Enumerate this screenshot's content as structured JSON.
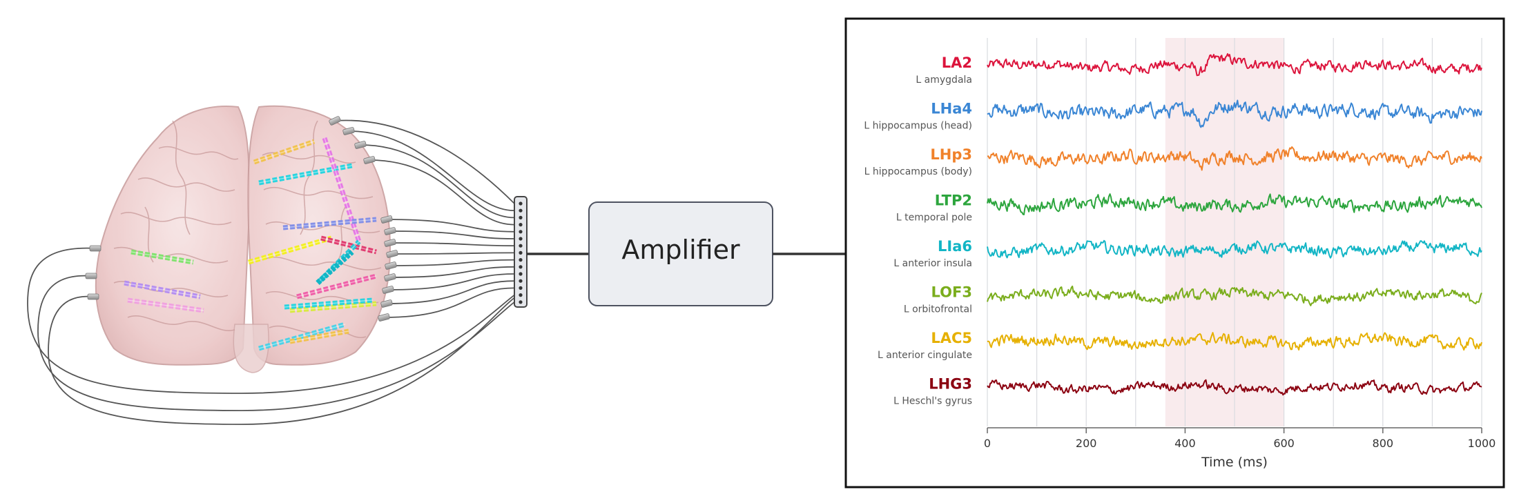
{
  "amplifier": {
    "label": "Amplifier"
  },
  "chart_data": {
    "type": "line",
    "xlabel": "Time (ms)",
    "xlim": [
      0,
      1000
    ],
    "xticks": [
      0,
      200,
      400,
      600,
      800,
      1000
    ],
    "minor_gridlines": [
      100,
      300,
      500,
      700,
      900
    ],
    "highlight": {
      "x_start": 360,
      "x_end": 600
    },
    "series": [
      {
        "name": "LA2",
        "region": "L amygdala",
        "color": "#dc143c",
        "event": {
          "t": 430,
          "depth": -1.55,
          "rebound": 0.9
        },
        "noise": 0.42
      },
      {
        "name": "LHa4",
        "region": "L hippocampus (head)",
        "color": "#3a86d4",
        "event": {
          "t": 435,
          "depth": -2.1,
          "rebound": 1.25
        },
        "noise": 0.55
      },
      {
        "name": "LHp3",
        "region": "L hippocampus (body)",
        "color": "#f0812a",
        "event": {
          "t": 430,
          "depth": -0.9,
          "rebound": 0.5
        },
        "noise": 0.5
      },
      {
        "name": "LTP2",
        "region": "L temporal pole",
        "color": "#2ca53d",
        "event": null,
        "noise": 0.5
      },
      {
        "name": "LIa6",
        "region": "L anterior insula",
        "color": "#12b5c5",
        "event": null,
        "noise": 0.45
      },
      {
        "name": "LOF3",
        "region": "L orbitofrontal",
        "color": "#7aad1c",
        "event": null,
        "noise": 0.42
      },
      {
        "name": "LAC5",
        "region": "L anterior cingulate",
        "color": "#e6b000",
        "event": null,
        "noise": 0.45
      },
      {
        "name": "LHG3",
        "region": "L Heschl's gyrus",
        "color": "#8b0010",
        "event": null,
        "noise": 0.35
      }
    ]
  },
  "electrode_colors": [
    "#f2c24a",
    "#21d4e0",
    "#e675e6",
    "#7f8de8",
    "#f3f01a",
    "#e0356b",
    "#23c8d6",
    "#ef5aa6",
    "#7de36b",
    "#b28cf2",
    "#f0a0e0",
    "#d8ec3a",
    "#46d2e8"
  ]
}
